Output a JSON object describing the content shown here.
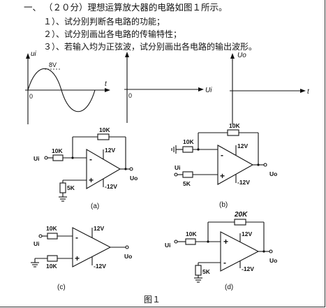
{
  "question": {
    "head": "一、 （２０分）理想运算放大器的电路如图１所示。",
    "items": [
      "１）、试分别判断各电路的功能；",
      "２）、试分别画出各电路的传输特性；",
      "３）、若输入均为正弦波，试分别画出各电路的输出波形。"
    ]
  },
  "graphs": {
    "input": {
      "y_label": "ui",
      "amplitude": "8V",
      "origin": "0",
      "x_label": "t"
    },
    "transfer": {
      "origin": "0",
      "x_label": "Ui"
    },
    "output": {
      "y_label": "Uo",
      "x_label": "t"
    }
  },
  "circuits": {
    "a": {
      "label": "(a)",
      "input": "Ui",
      "r_in": "10K",
      "r_f": "10K",
      "r_ground": "5K",
      "v_pos": "12V",
      "v_neg": "-12V",
      "output": "Uo"
    },
    "b": {
      "label": "(b)",
      "r_in": "10K",
      "r_f": "10K",
      "input": "Ui",
      "r_pos": "5K",
      "v_pos": "12V",
      "v_neg": "-12V",
      "output": "Uo"
    },
    "c": {
      "label": "(c)",
      "r_top": "10K",
      "input": "Ui",
      "r_bottom": "10K",
      "v_pos": "12V",
      "v_neg": "-12V",
      "output": "Uo"
    },
    "d": {
      "label": "(d)",
      "r_f": "20K",
      "input": "Ui",
      "r_in": "10K",
      "r_ground": "5K",
      "v_pos": "12V",
      "v_neg": "-12V",
      "output": "Uo"
    }
  },
  "caption": "图１",
  "op_signs": {
    "minus": "-",
    "plus": "+"
  }
}
